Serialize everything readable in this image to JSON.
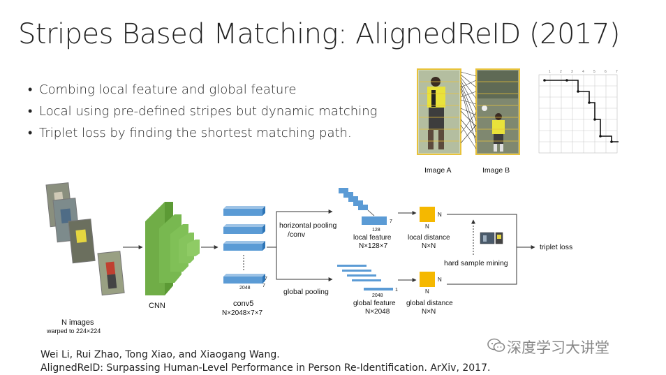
{
  "slide": {
    "title": "Stripes Based Matching: AlignedReID (2017)",
    "bullets": [
      "Combing local feature and global feature",
      "Local using pre-defined stripes but dynamic matching",
      "Triplet loss by finding the shortest matching path."
    ],
    "citation": {
      "authors": "Wei Li, Rui Zhao, Tong Xiao, and Xiaogang Wang.",
      "paper": "AlignedReID: Surpassing Human-Level Performance in Person Re-Identification. ArXiv, 2017."
    },
    "watermark": "深度学习大讲堂"
  },
  "top_figure": {
    "image_a_label": "Image A",
    "image_b_label": "Image B",
    "grid_axis_labels": [
      "1",
      "2",
      "3",
      "4",
      "5",
      "6",
      "7"
    ]
  },
  "pipeline": {
    "input_label": "N images",
    "input_sublabel": "warped to 224×224",
    "cnn_label": "CNN",
    "conv5_label": "conv5",
    "conv5_dims": "N×2048×7×7",
    "conv5_channels": "2048",
    "conv5_h": "7",
    "conv5_w": "7",
    "horizontal_pooling": "horizontal pooling",
    "horizontal_pooling_2": "/conv",
    "local_dim_channels": "128",
    "local_dim_rows": "7",
    "local_feature_label": "local feature",
    "local_feature_dims": "N×128×7",
    "local_distance_label": "local distance",
    "local_distance_dims": "N×N",
    "global_pooling": "global pooling",
    "global_dim_channels": "2048",
    "global_dim_one": "1",
    "global_feature_label": "global feature",
    "global_feature_dims": "N×2048",
    "global_distance_label": "global distance",
    "global_distance_dims": "N×N",
    "matrix_n": "N",
    "hard_sample_mining": "hard sample mining",
    "triplet_loss": "triplet loss"
  },
  "colors": {
    "feature_blue": "#5b9bd5",
    "cnn_green": "#70ad47",
    "distance_yellow": "#f5b800",
    "arrow": "#333333",
    "watermark": "#888888"
  }
}
